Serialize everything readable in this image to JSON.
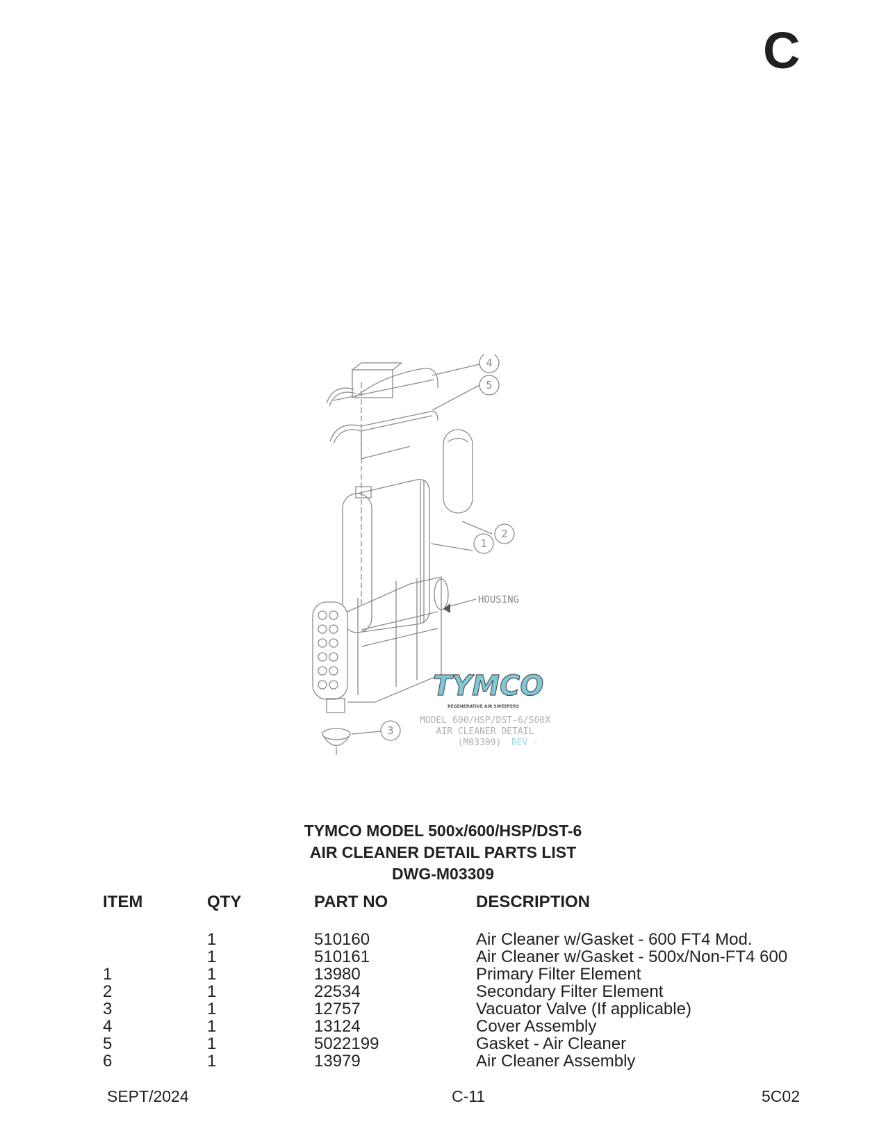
{
  "section_letter": "C",
  "drawing": {
    "callouts": [
      "1",
      "2",
      "3",
      "4",
      "5"
    ],
    "housing_label": "HOUSING",
    "logo_text": "TYMCO",
    "logo_tagline": "REGENERATIVE AIR SWEEPERS",
    "title_line1": "MODEL 600/HSP/DST-6/500X",
    "title_line2": "AIR CLEANER DETAIL",
    "title_line3": "(M03309)",
    "rev": "REV -",
    "colors": {
      "line": "#8a8a8a",
      "logo": "#7ec8d8",
      "logo_outline": "#555555",
      "stamp": "#9fd6e2"
    }
  },
  "title": {
    "line1": "TYMCO MODEL 500x/600/HSP/DST-6",
    "line2": "AIR CLEANER DETAIL PARTS LIST",
    "line3": "DWG-M03309"
  },
  "table": {
    "headers": {
      "item": "ITEM",
      "qty": "QTY",
      "part": "PART NO",
      "desc": "DESCRIPTION"
    },
    "rows": [
      {
        "item": "",
        "qty": "1",
        "part": "510160",
        "desc": "Air Cleaner w/Gasket - 600 FT4 Mod."
      },
      {
        "item": "",
        "qty": "1",
        "part": "510161",
        "desc": "Air Cleaner w/Gasket - 500x/Non-FT4 600"
      },
      {
        "item": "1",
        "qty": "1",
        "part": "13980",
        "desc": "Primary Filter Element"
      },
      {
        "item": "2",
        "qty": "1",
        "part": "22534",
        "desc": "Secondary Filter Element"
      },
      {
        "item": "3",
        "qty": "1",
        "part": "12757",
        "desc": "Vacuator Valve (If applicable)"
      },
      {
        "item": "4",
        "qty": "1",
        "part": "13124",
        "desc": "Cover Assembly"
      },
      {
        "item": "5",
        "qty": "1",
        "part": "5022199",
        "desc": "Gasket - Air Cleaner"
      },
      {
        "item": "6",
        "qty": "1",
        "part": "13979",
        "desc": "Air Cleaner Assembly"
      }
    ]
  },
  "footer": {
    "date": "SEPT/2024",
    "page": "C-11",
    "code": "5C02"
  }
}
